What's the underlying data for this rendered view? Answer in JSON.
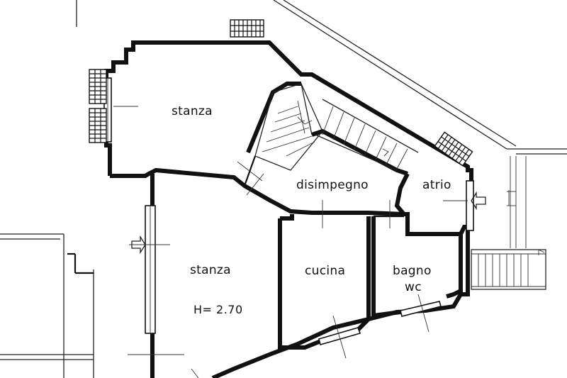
{
  "rooms": {
    "stanza_top": "stanza",
    "stanza_bottom": "stanza",
    "height_note": "H= 2.70",
    "disimpegno": "disimpegno",
    "atrio": "atrio",
    "cucina": "cucina",
    "bagno": "bagno",
    "bagno_wc": "wc"
  },
  "icons": [
    "radiator-icon",
    "entry-arrow-icon",
    "staircase-icon",
    "window-icon",
    "door-icon"
  ]
}
